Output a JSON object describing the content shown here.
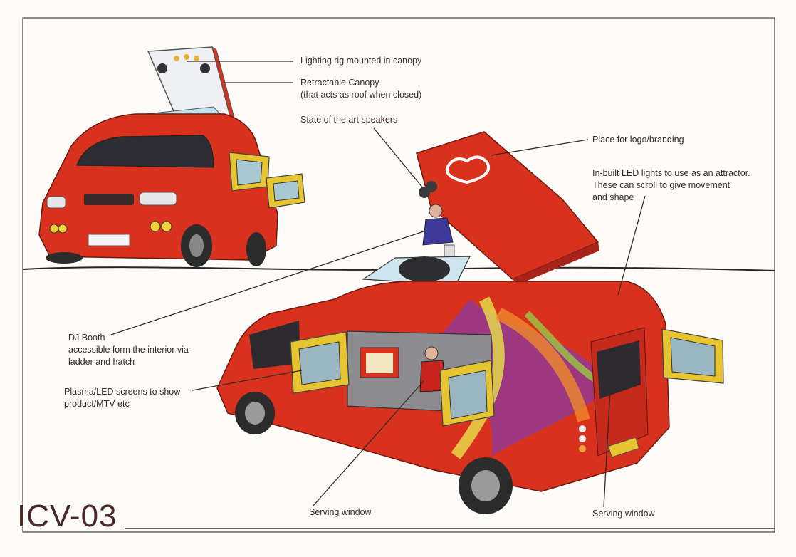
{
  "sheet_code": "ICV-03",
  "annotations": {
    "lighting_rig": [
      "Lighting rig mounted in canopy"
    ],
    "canopy": [
      "Retractable Canopy",
      "(that acts as roof when closed)"
    ],
    "speakers": [
      "State of the art speakers"
    ],
    "logo": [
      "Place for logo/branding"
    ],
    "led_lights": [
      "In-built LED lights to use as an attractor.",
      "These can scroll to give movement",
      "and shape"
    ],
    "dj_booth": [
      "DJ Booth",
      "accessible form the interior via",
      "ladder and hatch"
    ],
    "screens": [
      "Plasma/LED screens to show",
      "product/MTV etc"
    ],
    "serving_window_left": [
      "Serving window"
    ],
    "serving_window_right": [
      "Serving window"
    ]
  },
  "colors": {
    "van_body": "#d8321f",
    "van_shadow": "#a8231a",
    "screen_frame": "#e6c531",
    "leader_line": "#3a2a22",
    "ink": "#4a2a26"
  }
}
